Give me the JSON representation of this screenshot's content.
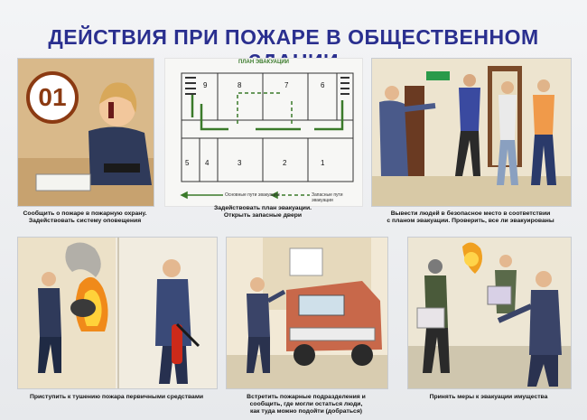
{
  "title": "ДЕЙСТВИЯ ПРИ ПОЖАРЕ В ОБЩЕСТВЕННОМ ЗДАНИИ",
  "panel1": {
    "badge": "01",
    "caption_lines": [
      "Сообщить о пожаре в пожарную охрану.",
      "Задействовать систему оповещения"
    ]
  },
  "panel2": {
    "plan_title": "ПЛАН ЭВАКУАЦИИ",
    "rooms": [
      "9",
      "8",
      "7",
      "6",
      "5",
      "4",
      "3",
      "2",
      "1"
    ],
    "legend_main": "Основные пути эвакуации",
    "legend_spare": "Запасные пути эвакуации",
    "caption_lines": [
      "Задействовать план эвакуации.",
      "Открыть запасные двери"
    ]
  },
  "panel3": {
    "caption_lines": [
      "Вывести людей в безопасное место в соответствии",
      "с планом эвакуации. Проверить, все ли эвакуированы"
    ]
  },
  "panel4": {
    "caption_lines": [
      "Приступить к тушению пожара первичными средствами"
    ]
  },
  "panel5": {
    "caption_lines": [
      "Встретить пожарные подразделения и",
      "сообщить, где могли остаться люди,",
      "как туда можно подойти (добраться)"
    ]
  },
  "panel6": {
    "caption_lines": [
      "Принять меры к эвакуации имущества"
    ]
  },
  "colors": {
    "title": "#2a2f8f",
    "badge": "#8b3a12",
    "plan_green": "#3a7a2a",
    "suit_blue": "#3a4a78",
    "truck": "#c8684a",
    "fire": "#f08a1a"
  }
}
